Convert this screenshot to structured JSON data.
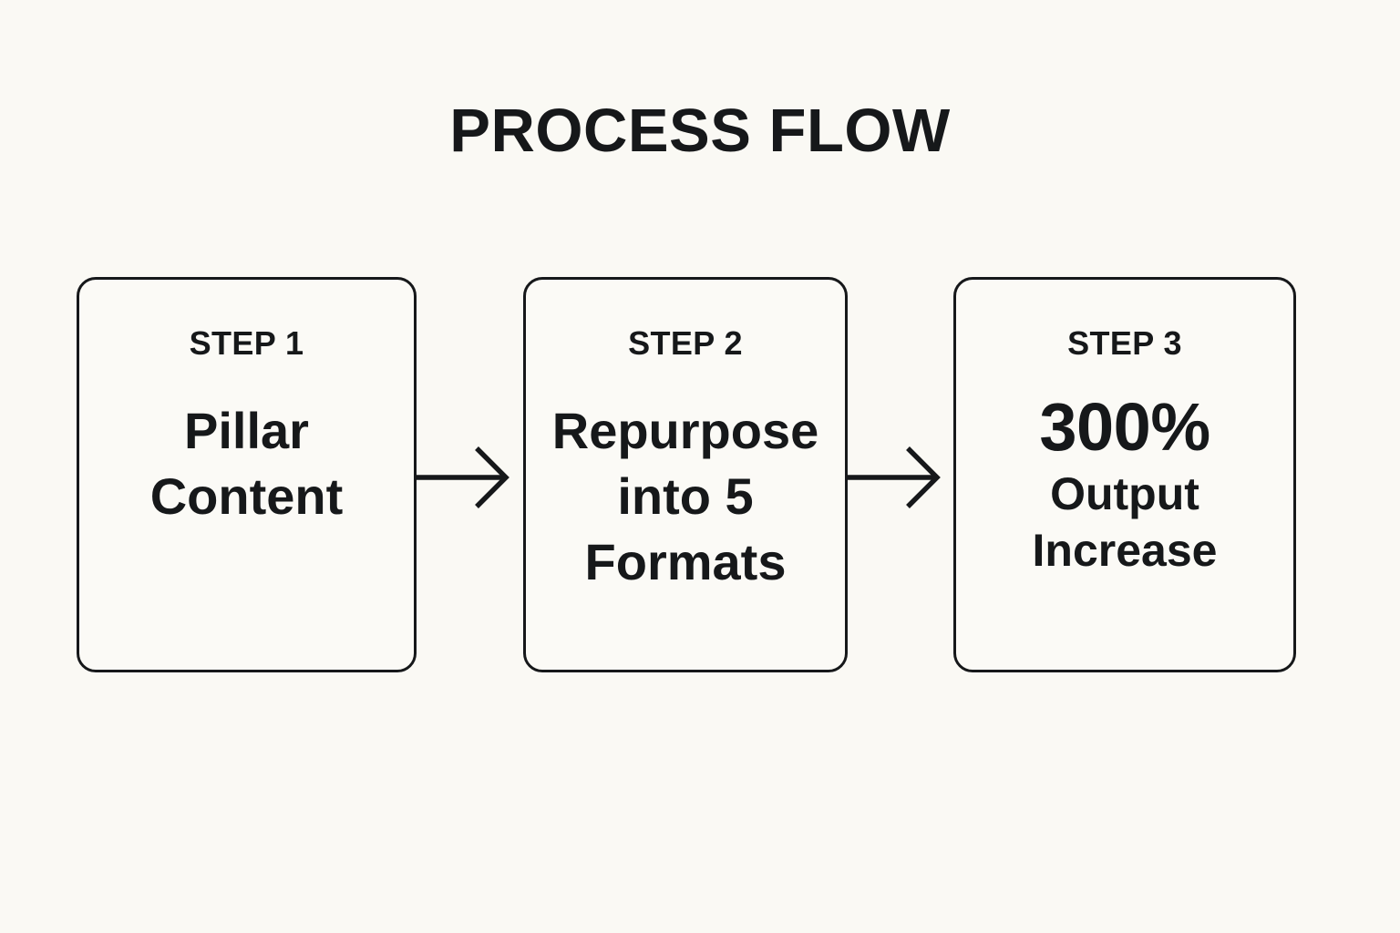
{
  "page": {
    "title": "PROCESS FLOW",
    "background_color": "#FAF9F4",
    "ink_color": "#16181A",
    "box_fill_color": "#FBFAF6"
  },
  "flow": {
    "steps": [
      {
        "label": "STEP 1",
        "lines": [
          "Pillar",
          "Content"
        ]
      },
      {
        "label": "STEP 2",
        "lines": [
          "Repurpose",
          "into 5",
          "Formats"
        ]
      },
      {
        "label": "STEP 3",
        "metric": "300%",
        "lines": [
          "Output",
          "Increase"
        ]
      }
    ],
    "connectors": [
      {
        "icon": "arrow-right-icon"
      },
      {
        "icon": "arrow-right-icon"
      }
    ]
  }
}
